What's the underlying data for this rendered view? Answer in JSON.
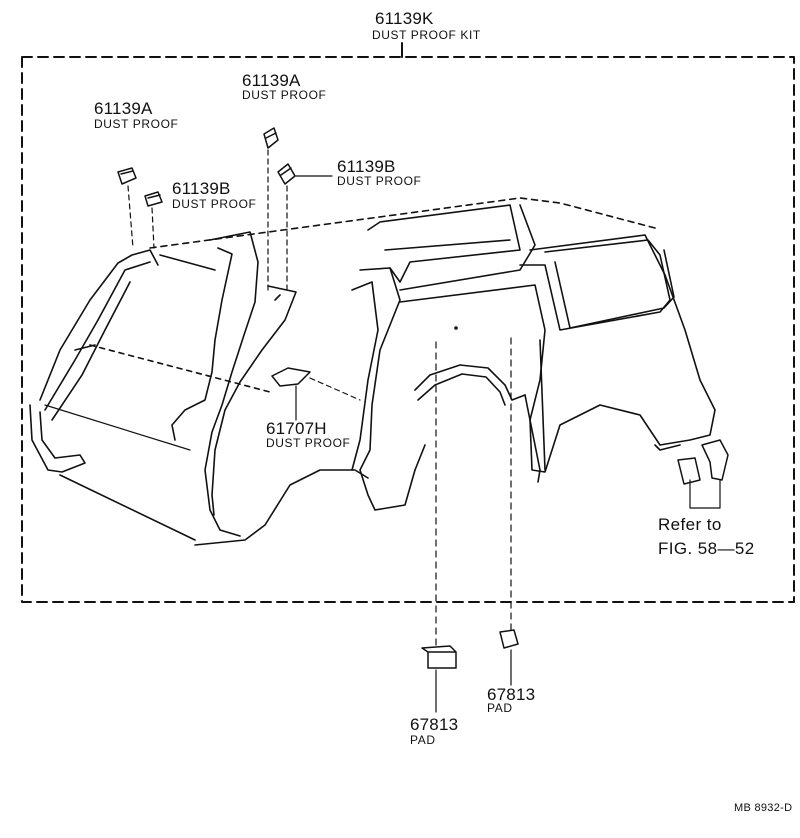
{
  "kit": {
    "part_no": "61139K",
    "desc": "DUST PROOF KIT"
  },
  "callouts": [
    {
      "id": "a1",
      "part_no": "61139A",
      "desc": "DUST PROOF"
    },
    {
      "id": "a2",
      "part_no": "61139A",
      "desc": "DUST PROOF"
    },
    {
      "id": "b1",
      "part_no": "61139B",
      "desc": "DUST PROOF"
    },
    {
      "id": "b2",
      "part_no": "61139B",
      "desc": "DUST PROOF"
    },
    {
      "id": "h",
      "part_no": "61707H",
      "desc": "DUST PROOF"
    },
    {
      "id": "p1",
      "part_no": "67813",
      "desc": "PAD"
    },
    {
      "id": "p2",
      "part_no": "67813",
      "desc": "PAD"
    }
  ],
  "reference": {
    "line1": "Refer to",
    "line2": "FIG. 58—52"
  },
  "figure_code": "MB 8932-D"
}
